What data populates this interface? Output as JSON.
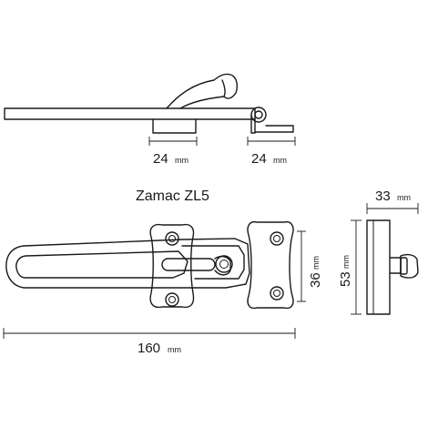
{
  "title": "Zamac ZL5",
  "dimensions": {
    "side_left": {
      "value": "24",
      "unit": "mm"
    },
    "side_right": {
      "value": "24",
      "unit": "mm"
    },
    "front_height": {
      "value": "36",
      "unit": "mm"
    },
    "front_width": {
      "value": "160",
      "unit": "mm"
    },
    "end_height": {
      "value": "53",
      "unit": "mm"
    },
    "end_depth": {
      "value": "33",
      "unit": "mm"
    }
  }
}
